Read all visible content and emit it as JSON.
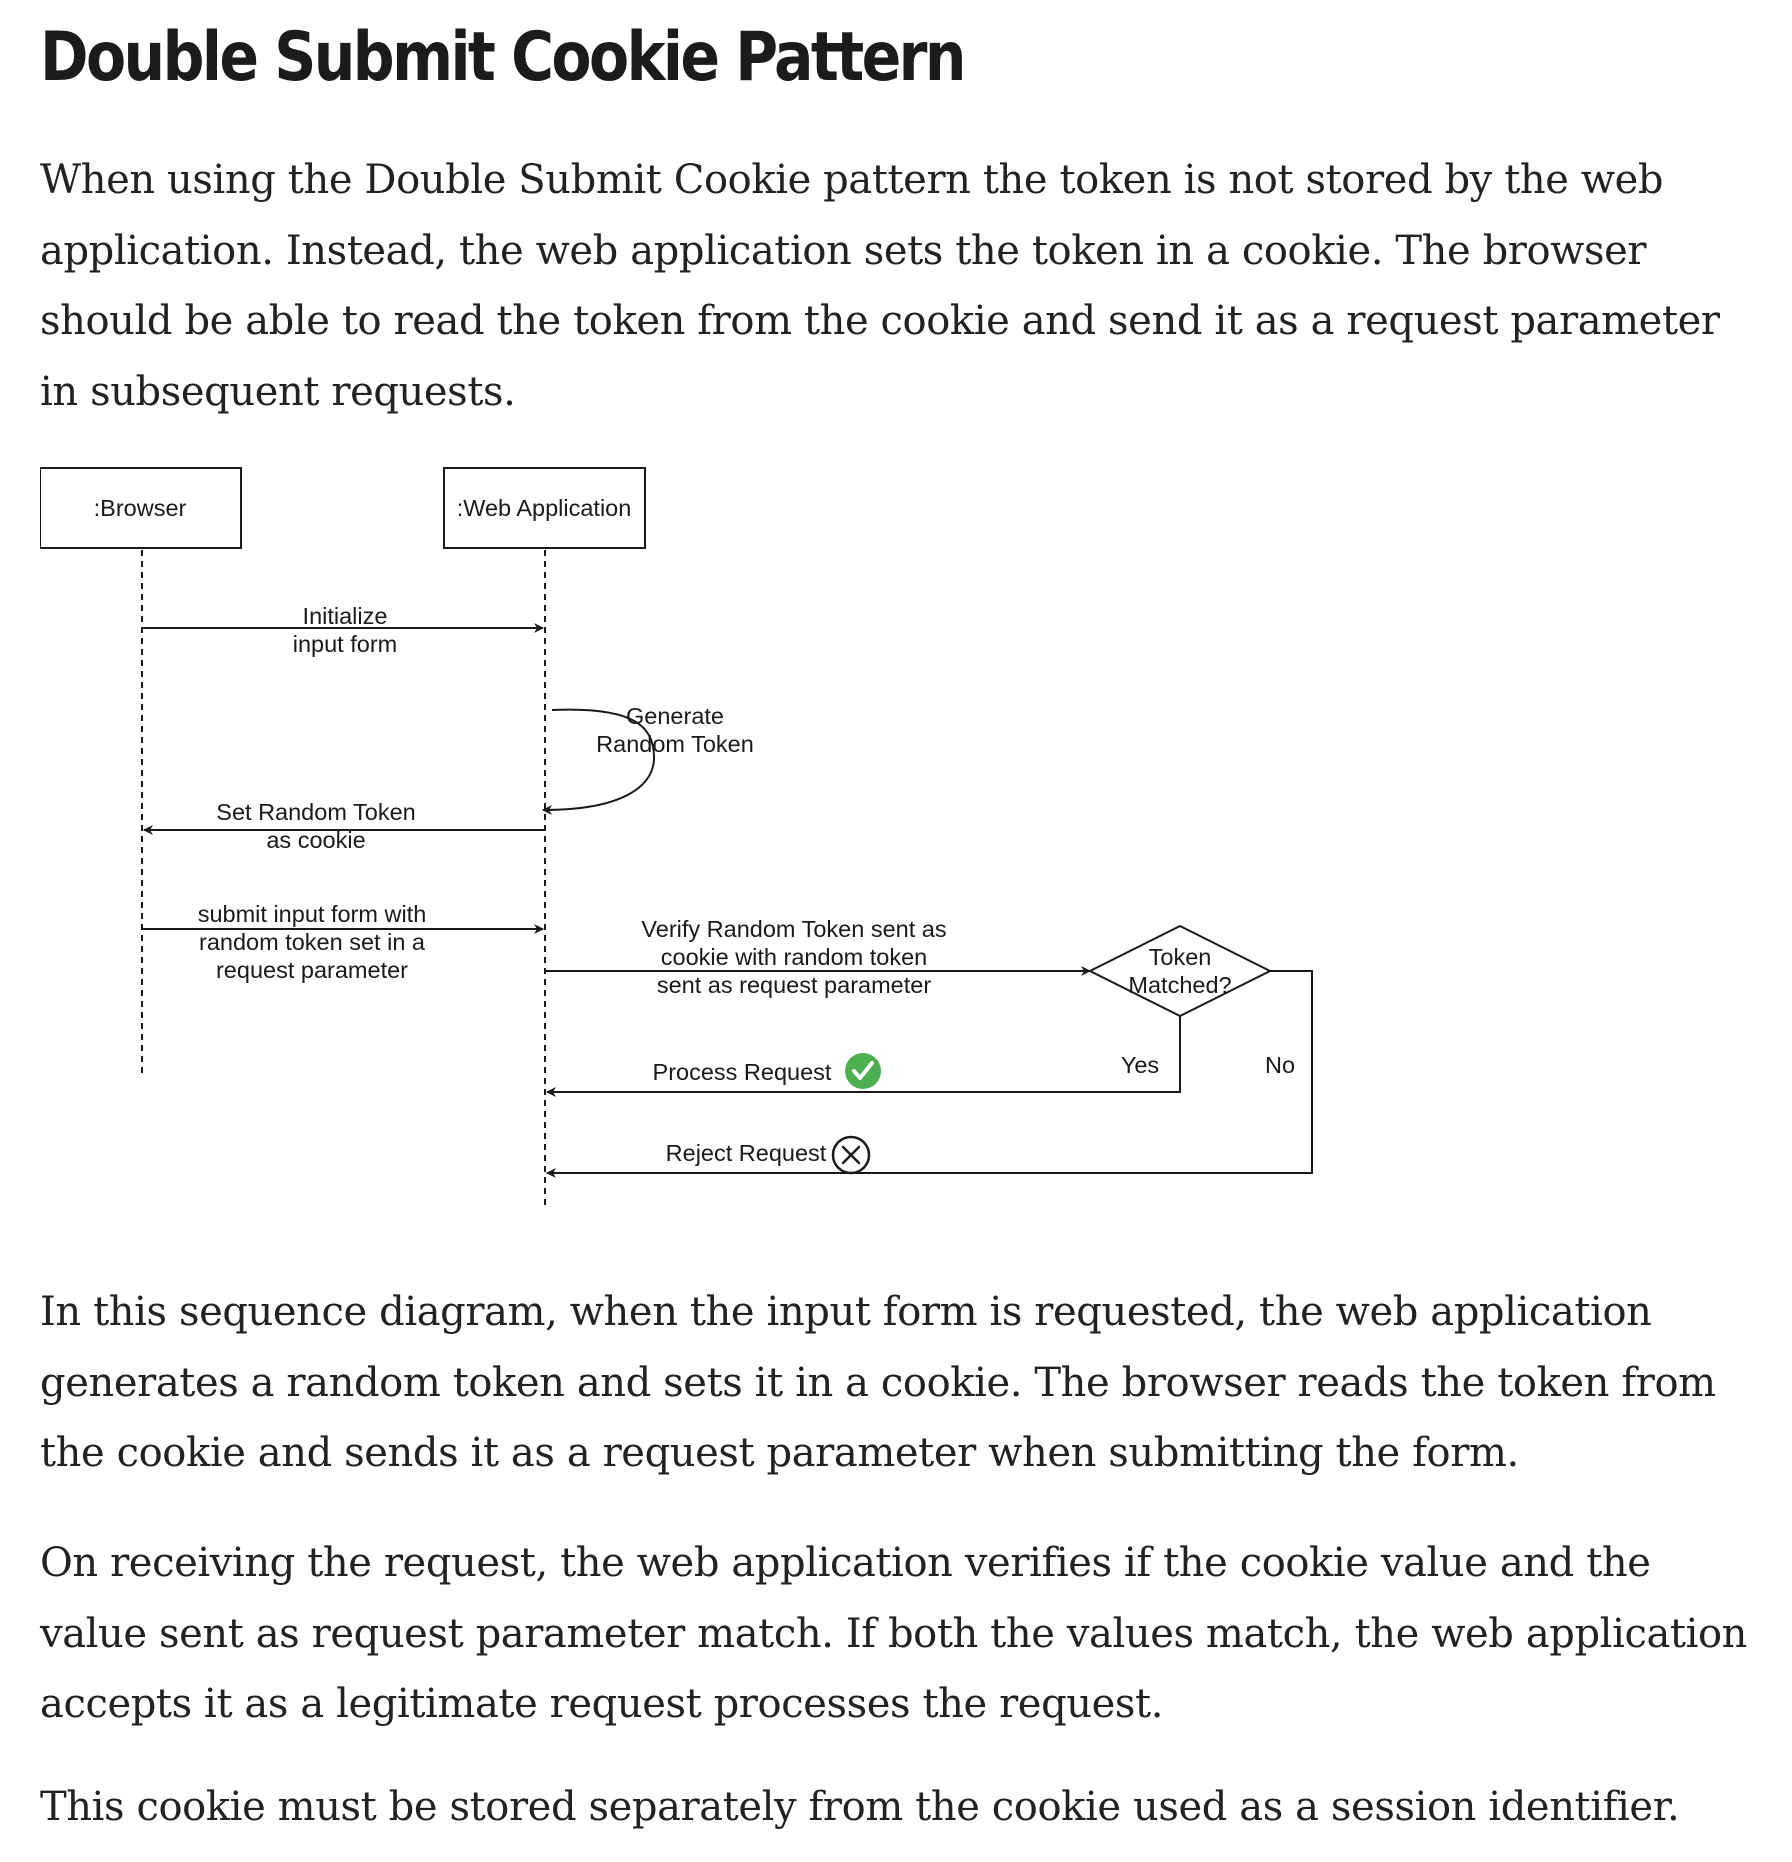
{
  "heading": "Double Submit Cookie Pattern",
  "intro": "When using the Double Submit Cookie pattern the token is not stored by the web application. Instead, the web application sets the token in a cookie. The browser should be able to read the token from the cookie and send it as a request parameter in subsequent requests.",
  "diagram": {
    "participants": [
      ":Browser",
      ":Web Application"
    ],
    "messages": {
      "init_1": "Initialize",
      "init_2": "input form",
      "gen_1": "Generate",
      "gen_2": "Random Token",
      "set_1": "Set Random Token",
      "set_2": "as cookie",
      "submit_1": "submit input form with",
      "submit_2": "random token set in a",
      "submit_3": "request parameter",
      "verify_1": "Verify Random Token sent as",
      "verify_2": "cookie with random token",
      "verify_3": "sent as request parameter",
      "decision_1": "Token",
      "decision_2": "Matched?",
      "yes": "Yes",
      "no": "No",
      "process": "Process Request",
      "reject": "Reject Request"
    },
    "icons": [
      "check-circle-icon",
      "x-circle-icon"
    ],
    "colors": {
      "check": "#4caf50",
      "line": "#1a1a1a"
    }
  },
  "body_paragraphs": [
    "In this sequence diagram, when the input form is requested, the web application generates a random token and sets it in a cookie. The browser reads the token from the cookie and sends it as a request parameter when submitting the form.",
    "On receiving the request, the web application verifies if the cookie value and the value sent as request parameter match. If both the values match, the web application accepts it as a legitimate request processes the request.",
    "This cookie must be stored separately from the cookie used as a session identifier."
  ]
}
